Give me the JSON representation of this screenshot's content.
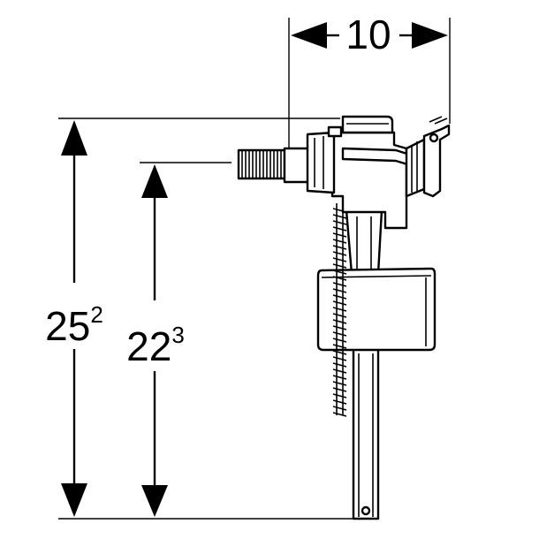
{
  "diagram": {
    "dimensions": {
      "width_top": {
        "value": "10",
        "sup": ""
      },
      "height_total": {
        "value": "25",
        "sup": "2"
      },
      "height_inlet": {
        "value": "22",
        "sup": "3"
      }
    },
    "colors": {
      "line": "#000000",
      "background": "#ffffff"
    }
  }
}
